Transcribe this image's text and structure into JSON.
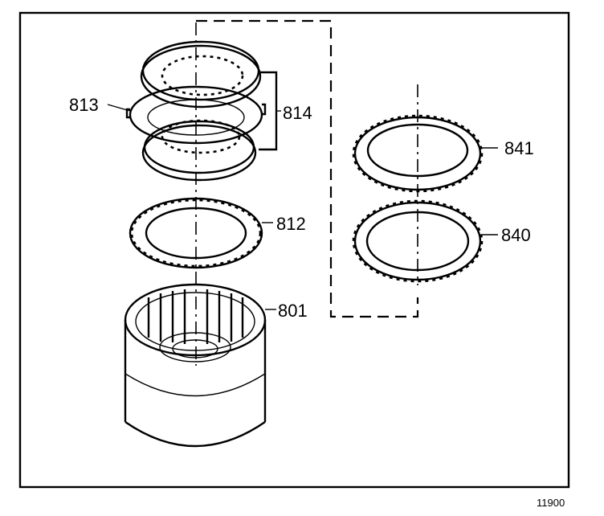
{
  "callouts": [
    {
      "id": "813",
      "text": "813"
    },
    {
      "id": "814",
      "text": "814"
    },
    {
      "id": "812",
      "text": "812"
    },
    {
      "id": "801",
      "text": "801"
    },
    {
      "id": "841",
      "text": "841"
    },
    {
      "id": "840",
      "text": "840"
    }
  ],
  "figure_number": "11900",
  "colors": {
    "ink": "#000000",
    "paper": "#ffffff"
  }
}
